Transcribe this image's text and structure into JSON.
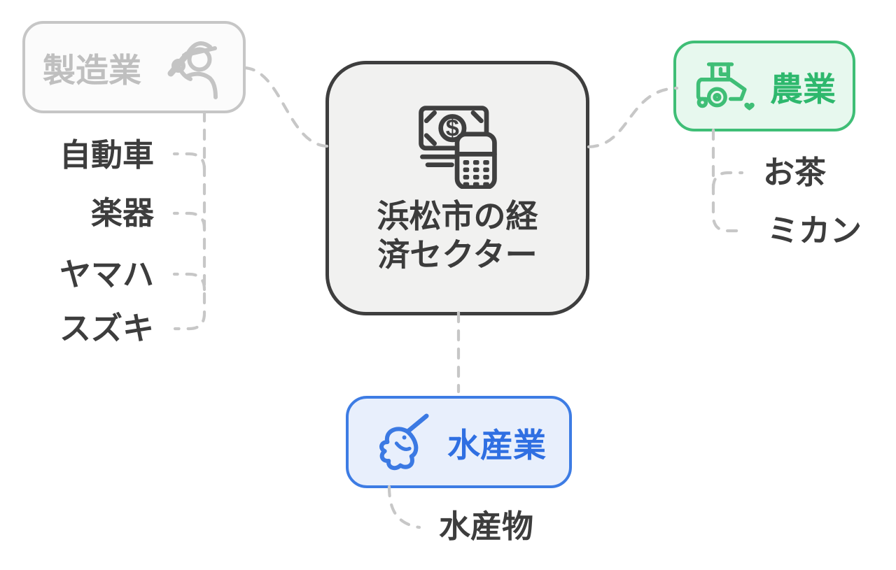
{
  "title": "浜松市の経済セクター",
  "center_node": {
    "label": "浜松市の経済セクター",
    "label_lines": [
      "浜松市の経",
      "済セクター"
    ],
    "icon": "money-calculator-icon"
  },
  "branches": {
    "manufacturing": {
      "label": "製造業",
      "icon": "construction-worker-icon",
      "children": {
        "jidosha": "自動車",
        "gakki": "楽器",
        "yamaha": "ヤマハ",
        "suzuki": "スズキ"
      }
    },
    "agriculture": {
      "label": "農業",
      "icon": "tractor-icon",
      "children": {
        "ocha": "お茶",
        "mikan": "ミカン"
      }
    },
    "fishery": {
      "label": "水産業",
      "icon": "fish-icon",
      "children": {
        "suisanbutsu": "水産物"
      }
    }
  },
  "colors": {
    "background": "#ffffff",
    "connector": "#c7c7c7",
    "center_border": "#3e3e3e",
    "center_fill": "#f1f1f0",
    "center_text": "#3b3b3b",
    "manufacturing_border": "#c6c6c6",
    "manufacturing_fill": "#fbfbfb",
    "manufacturing_text": "#bfbfbf",
    "agriculture_border": "#3fbe76",
    "agriculture_fill": "#e7f8ee",
    "agriculture_text": "#2eb86d",
    "fishery_border": "#3d7ce4",
    "fishery_fill": "#e8effc",
    "fishery_text": "#2f6fe2",
    "child_text": "#3d3d3d"
  }
}
